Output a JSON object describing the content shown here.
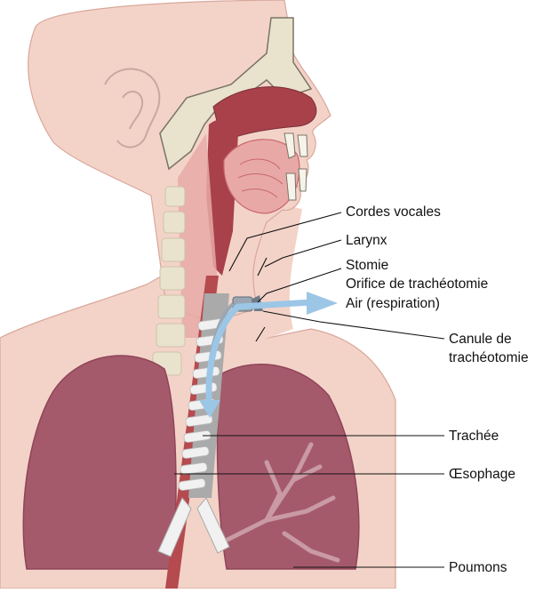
{
  "labels": {
    "cordes_vocales": "Cordes vocales",
    "larynx": "Larynx",
    "stomie": "Stomie",
    "orifice": "Orifice de trachéotomie",
    "air": "Air (respiration)",
    "canule_line1": "Canule de",
    "canule_line2": "trachéotomie",
    "trachee": "Trachée",
    "oesophage": "Œsophage",
    "poumons": "Poumons"
  },
  "colors": {
    "skin": "#f3d3c8",
    "skin_light": "#f8e3dc",
    "skin_outline": "#d9a79b",
    "bone": "#e9e2cc",
    "bone_outline": "#7a7466",
    "cavity": "#a8414a",
    "cavity_light": "#c9666c",
    "throat": "#e8a9a6",
    "lung": "#a55a6c",
    "lung_dark": "#8f4559",
    "esophagus": "#b54a4f",
    "trachea_ring": "#f1f1f1",
    "trachea_gap": "#aaaaaa",
    "air_arrow": "#9cc6e6",
    "leader_line": "#111111"
  }
}
